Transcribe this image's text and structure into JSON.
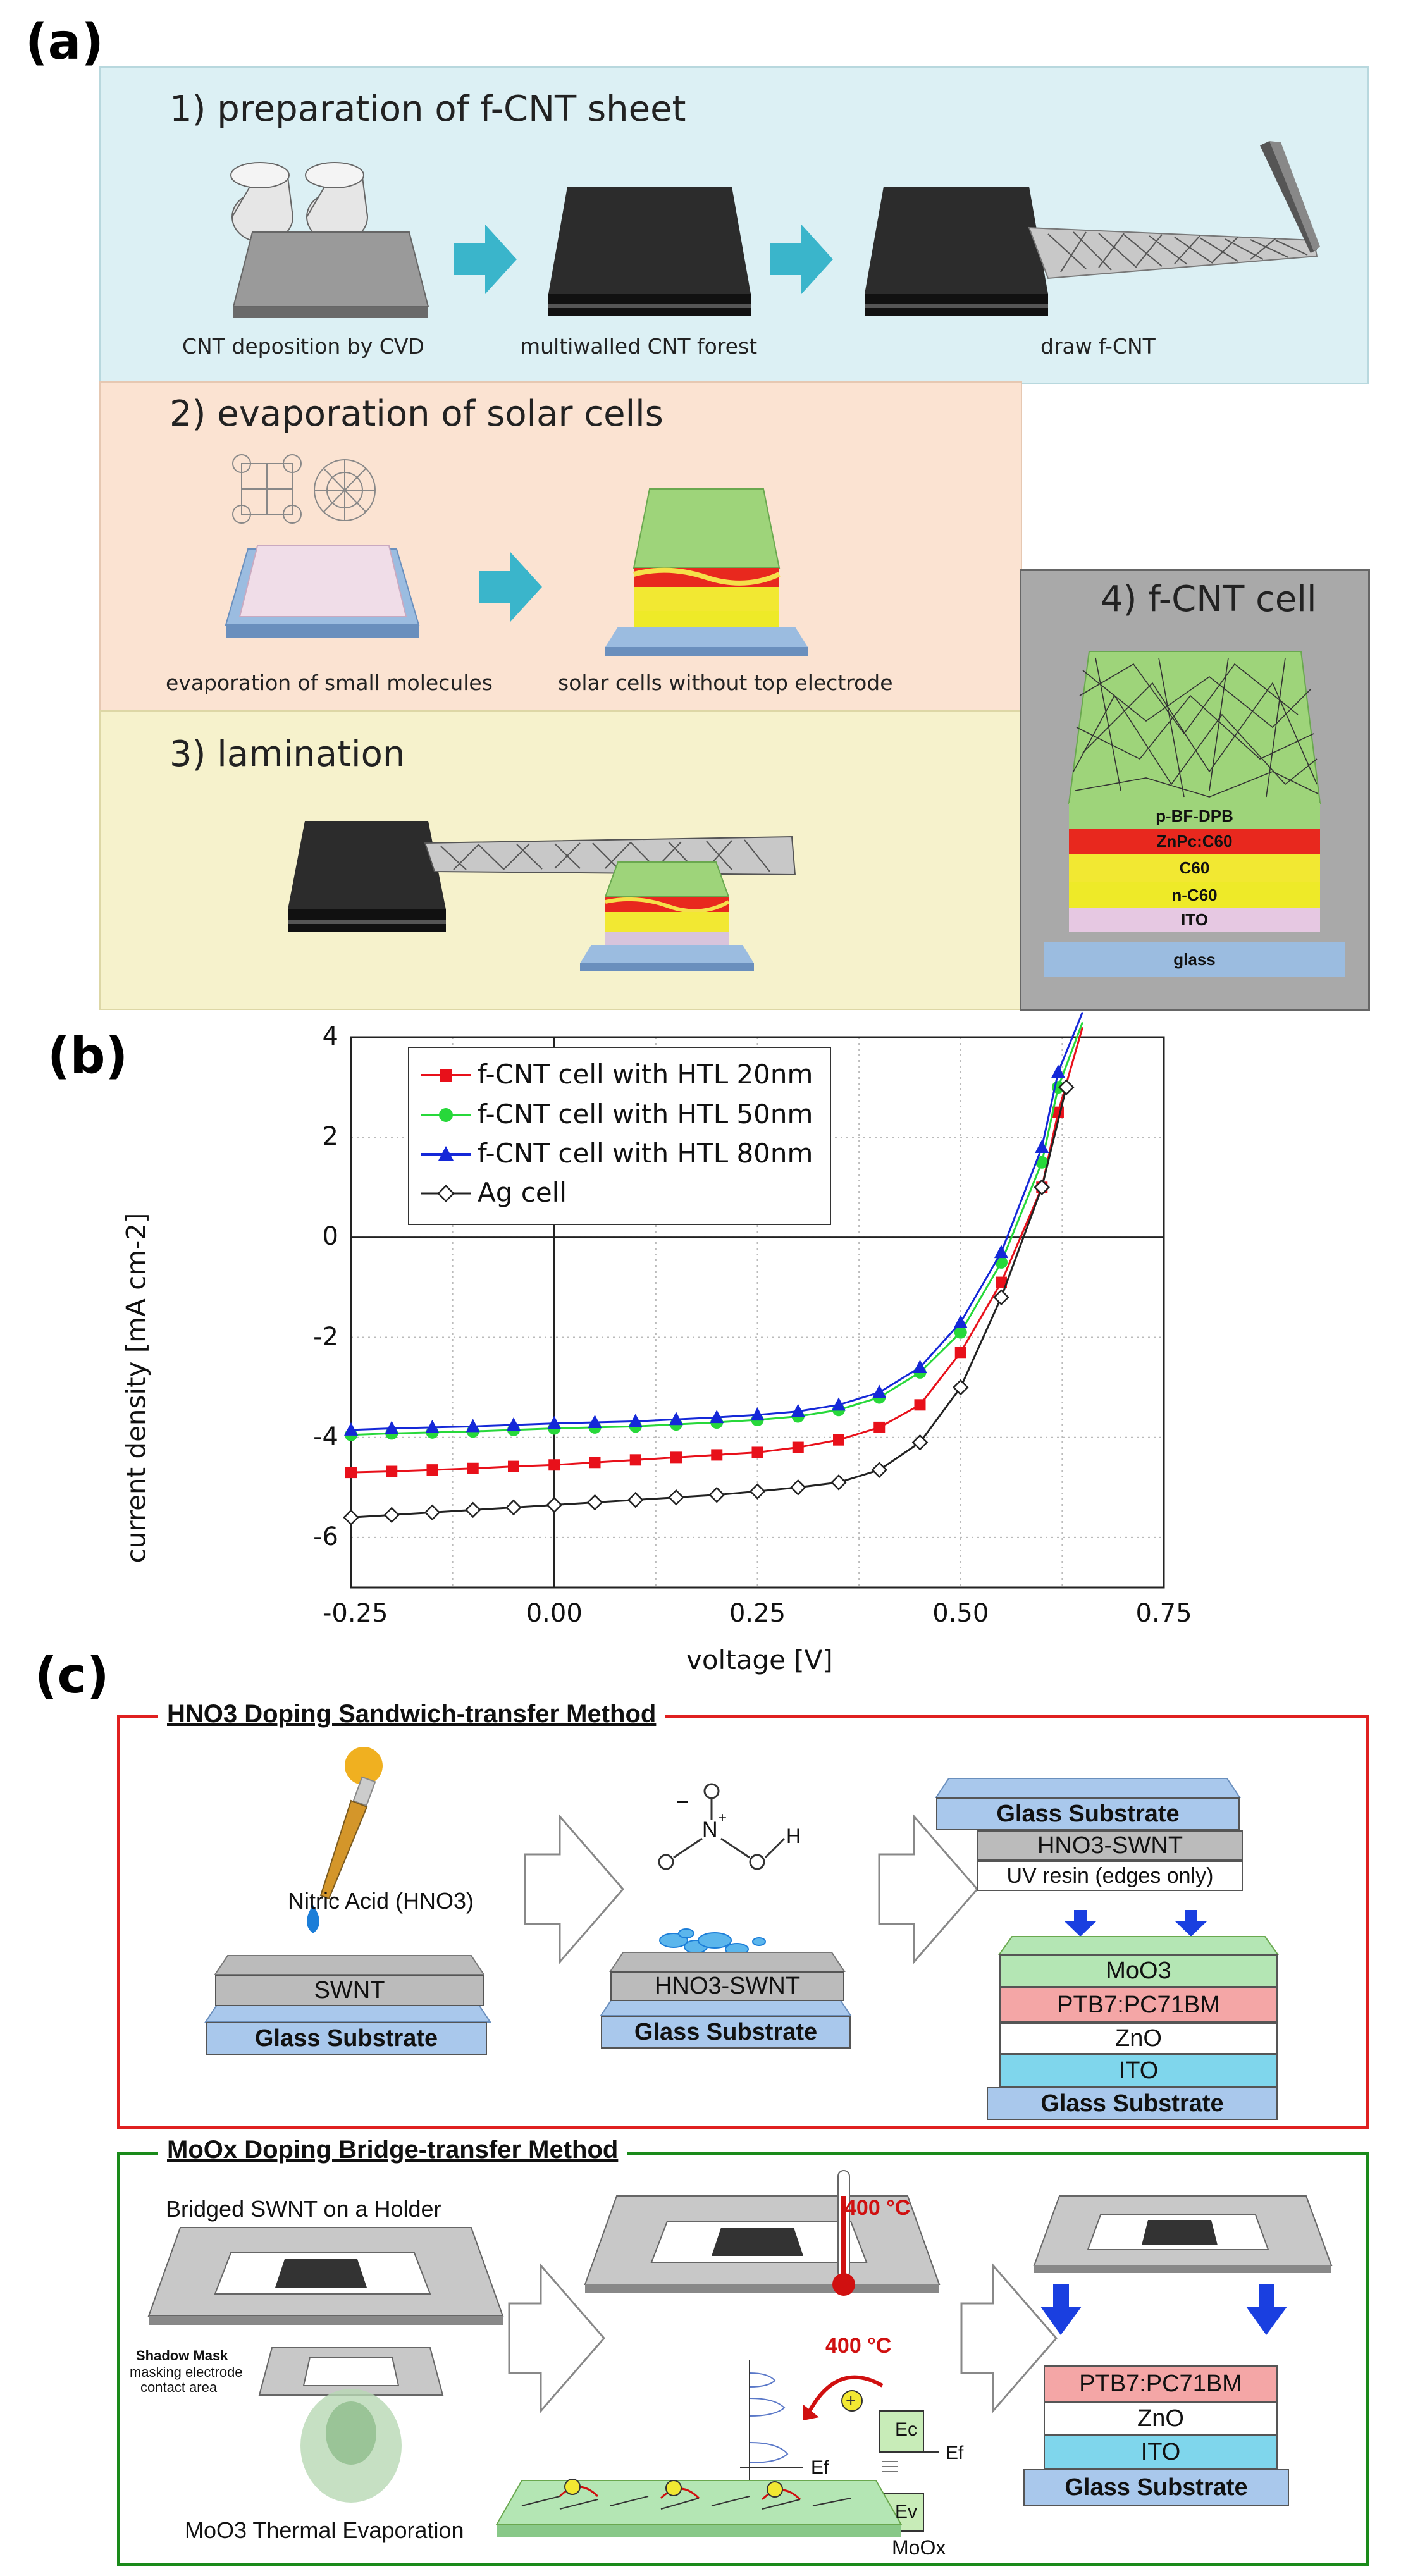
{
  "panel_a": {
    "letter": "(a)",
    "step1": {
      "title": "1) preparation of f-CNT sheet",
      "captions": [
        "CNT deposition by CVD",
        "multiwalled CNT forest",
        "draw f-CNT"
      ]
    },
    "step2": {
      "title": "2) evaporation of solar cells",
      "captions": [
        "evaporation of small molecules",
        "solar cells without top electrode"
      ]
    },
    "step3": {
      "title": "3) lamination"
    },
    "step4": {
      "title": "4) f-CNT cell",
      "layers": [
        "p-BF-DPB",
        "ZnPc:C60",
        "C60",
        "n-C60",
        "ITO",
        "glass"
      ]
    },
    "colors": {
      "step1_bg": "#dcf0f4",
      "step2_bg": "#fbe3d2",
      "step3_bg": "#f6f2cc",
      "step4_bg": "#a9a9a9",
      "arrow": "#3ab5cb"
    }
  },
  "panel_b": {
    "letter": "(b)",
    "chart_data": {
      "type": "line",
      "xlabel": "voltage [V]",
      "ylabel": "current density [mA cm-2]",
      "xlim": [
        -0.25,
        0.75
      ],
      "ylim": [
        -7,
        4
      ],
      "xticks": [
        "-0.25",
        "0.00",
        "0.25",
        "0.50",
        "0.75"
      ],
      "yticks": [
        "4",
        "2",
        "0",
        "-2",
        "-4",
        "-6"
      ],
      "grid": true,
      "legend_position": "top-left",
      "series": [
        {
          "name": "f-CNT cell with HTL 20nm",
          "color": "#e8101a",
          "marker": "square",
          "x": [
            -0.25,
            -0.2,
            -0.15,
            -0.1,
            -0.05,
            0.0,
            0.05,
            0.1,
            0.15,
            0.2,
            0.25,
            0.3,
            0.35,
            0.4,
            0.45,
            0.5,
            0.55,
            0.6,
            0.62,
            0.65
          ],
          "y": [
            -4.7,
            -4.68,
            -4.65,
            -4.62,
            -4.58,
            -4.55,
            -4.5,
            -4.45,
            -4.4,
            -4.35,
            -4.3,
            -4.2,
            -4.05,
            -3.8,
            -3.35,
            -2.3,
            -0.9,
            1.0,
            2.5,
            4.2
          ]
        },
        {
          "name": "f-CNT cell with HTL 50nm",
          "color": "#27d83a",
          "marker": "circle",
          "x": [
            -0.25,
            -0.2,
            -0.15,
            -0.1,
            -0.05,
            0.0,
            0.05,
            0.1,
            0.15,
            0.2,
            0.25,
            0.3,
            0.35,
            0.4,
            0.45,
            0.5,
            0.55,
            0.6,
            0.62,
            0.65
          ],
          "y": [
            -3.95,
            -3.92,
            -3.9,
            -3.88,
            -3.85,
            -3.82,
            -3.8,
            -3.78,
            -3.74,
            -3.7,
            -3.65,
            -3.58,
            -3.45,
            -3.2,
            -2.7,
            -1.9,
            -0.5,
            1.5,
            3.0,
            4.3
          ]
        },
        {
          "name": "f-CNT cell with HTL 80nm",
          "color": "#1428d8",
          "marker": "triangle",
          "x": [
            -0.25,
            -0.2,
            -0.15,
            -0.1,
            -0.05,
            0.0,
            0.05,
            0.1,
            0.15,
            0.2,
            0.25,
            0.3,
            0.35,
            0.4,
            0.45,
            0.5,
            0.55,
            0.6,
            0.62,
            0.65
          ],
          "y": [
            -3.85,
            -3.82,
            -3.8,
            -3.78,
            -3.75,
            -3.72,
            -3.7,
            -3.68,
            -3.64,
            -3.6,
            -3.55,
            -3.48,
            -3.35,
            -3.1,
            -2.6,
            -1.7,
            -0.3,
            1.8,
            3.3,
            4.5
          ]
        },
        {
          "name": "Ag cell",
          "color": "#222222",
          "marker": "diamond",
          "x": [
            -0.25,
            -0.2,
            -0.15,
            -0.1,
            -0.05,
            0.0,
            0.05,
            0.1,
            0.15,
            0.2,
            0.25,
            0.3,
            0.35,
            0.4,
            0.45,
            0.5,
            0.55,
            0.6,
            0.63
          ],
          "y": [
            -5.6,
            -5.55,
            -5.5,
            -5.45,
            -5.4,
            -5.35,
            -5.3,
            -5.25,
            -5.2,
            -5.15,
            -5.08,
            -5.0,
            -4.9,
            -4.65,
            -4.1,
            -3.0,
            -1.2,
            1.0,
            3.0
          ]
        }
      ]
    }
  },
  "panel_c": {
    "letter": "(c)",
    "top": {
      "title": "HNO3 Doping Sandwich-transfer Method",
      "color": "#e02020",
      "nitric": "Nitric Acid (HNO3)",
      "stack1": [
        "SWNT",
        "Glass Substrate"
      ],
      "stack2": [
        "HNO3-SWNT",
        "Glass Substrate"
      ],
      "top_stack": [
        "Glass Substrate",
        "HNO3-SWNT",
        "UV resin (edges only)"
      ],
      "bottom_stack": [
        "MoO3",
        "PTB7:PC71BM",
        "ZnO",
        "ITO",
        "Glass Substrate"
      ]
    },
    "bottom": {
      "title": "MoOx Doping Bridge-transfer Method",
      "color": "#1a8a1a",
      "bridged": "Bridged SWNT on a Holder",
      "mask_title": "Shadow Mask",
      "mask_desc1": "masking electrode",
      "mask_desc2": "contact area",
      "thermal": "MoO3 Thermal Evaporation",
      "temp1": "400 °C",
      "temp2": "400 °C",
      "ef": "Ef",
      "ec": "Ec",
      "ef2": "Ef",
      "ev": "Ev",
      "moox": "MoOx",
      "stack": [
        "PTB7:PC71BM",
        "ZnO",
        "ITO",
        "Glass Substrate"
      ]
    }
  }
}
